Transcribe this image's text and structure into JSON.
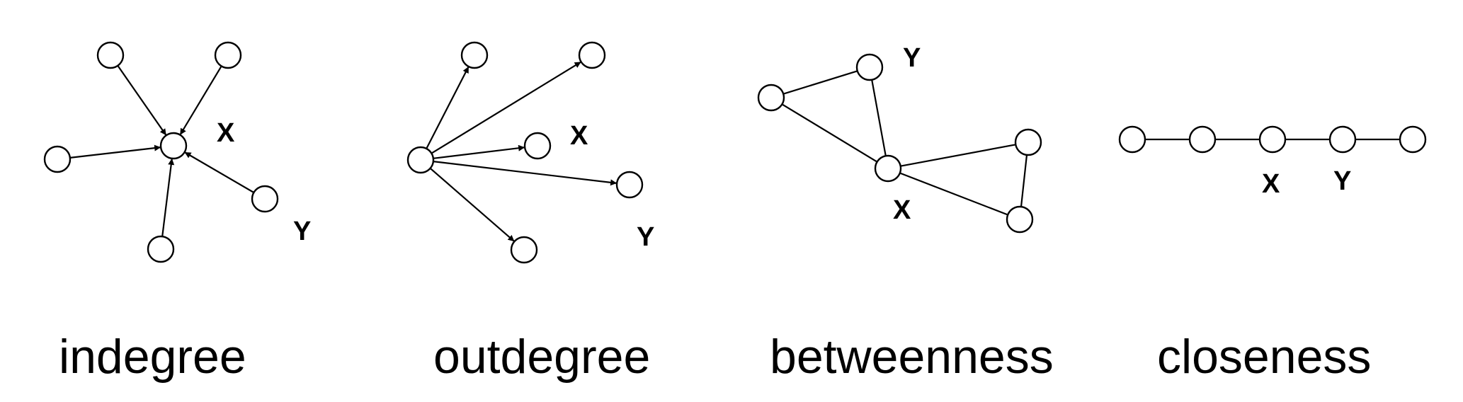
{
  "colors": {
    "stroke": "#000000",
    "background": "#ffffff"
  },
  "diagrams": [
    {
      "caption": "indegree",
      "labels": {
        "x": "X",
        "y": "Y"
      },
      "directed": true,
      "edges": [
        [
          0,
          1
        ],
        [
          2,
          1
        ],
        [
          3,
          1
        ],
        [
          4,
          1
        ],
        [
          5,
          1
        ]
      ]
    },
    {
      "caption": "outdegree",
      "labels": {
        "x": "X",
        "y": "Y"
      },
      "directed": true,
      "edges": [
        [
          1,
          0
        ],
        [
          1,
          2
        ],
        [
          1,
          3
        ],
        [
          1,
          4
        ],
        [
          1,
          5
        ]
      ]
    },
    {
      "caption": "betweenness",
      "labels": {
        "x": "X",
        "y": "Y"
      },
      "directed": false,
      "edges": [
        [
          0,
          1
        ],
        [
          0,
          2
        ],
        [
          1,
          2
        ],
        [
          2,
          3
        ],
        [
          2,
          4
        ],
        [
          3,
          4
        ]
      ]
    },
    {
      "caption": "closeness",
      "labels": {
        "x": "X",
        "y": "Y"
      },
      "directed": false,
      "edges": [
        [
          0,
          1
        ],
        [
          1,
          2
        ],
        [
          2,
          3
        ],
        [
          3,
          4
        ]
      ]
    }
  ]
}
